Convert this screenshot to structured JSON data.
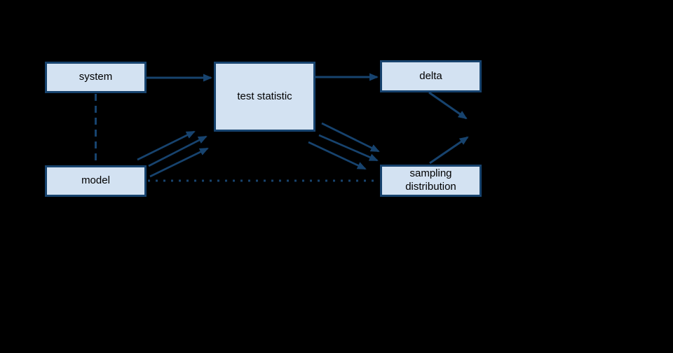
{
  "diagram": {
    "colors": {
      "background": "#000000",
      "node_fill": "#d3e2f2",
      "line": "#17436e",
      "text": "#000000"
    },
    "nodes": {
      "system": {
        "label": "system"
      },
      "test_statistic": {
        "label": "test statistic"
      },
      "delta": {
        "label": "delta"
      },
      "model": {
        "label": "model"
      },
      "sampling_distribution": {
        "label": "sampling distribution"
      }
    },
    "edges": [
      {
        "from": "system",
        "to": "test statistic",
        "style": "solid-arrow"
      },
      {
        "from": "test statistic",
        "to": "delta",
        "style": "solid-arrow"
      },
      {
        "from": "system",
        "to": "model",
        "style": "dashed-line-no-arrow"
      },
      {
        "from": "model",
        "to": "test statistic",
        "style": "three-parallel-solid-arrows"
      },
      {
        "from": "test statistic",
        "to": "sampling distribution",
        "style": "three-parallel-solid-arrows"
      },
      {
        "from": "model",
        "to": "sampling distribution",
        "style": "dotted-line-no-arrow"
      },
      {
        "from": "delta",
        "to": "convergence point (unlabeled)",
        "style": "solid-arrow"
      },
      {
        "from": "sampling distribution",
        "to": "convergence point (unlabeled)",
        "style": "solid-arrow"
      }
    ]
  }
}
